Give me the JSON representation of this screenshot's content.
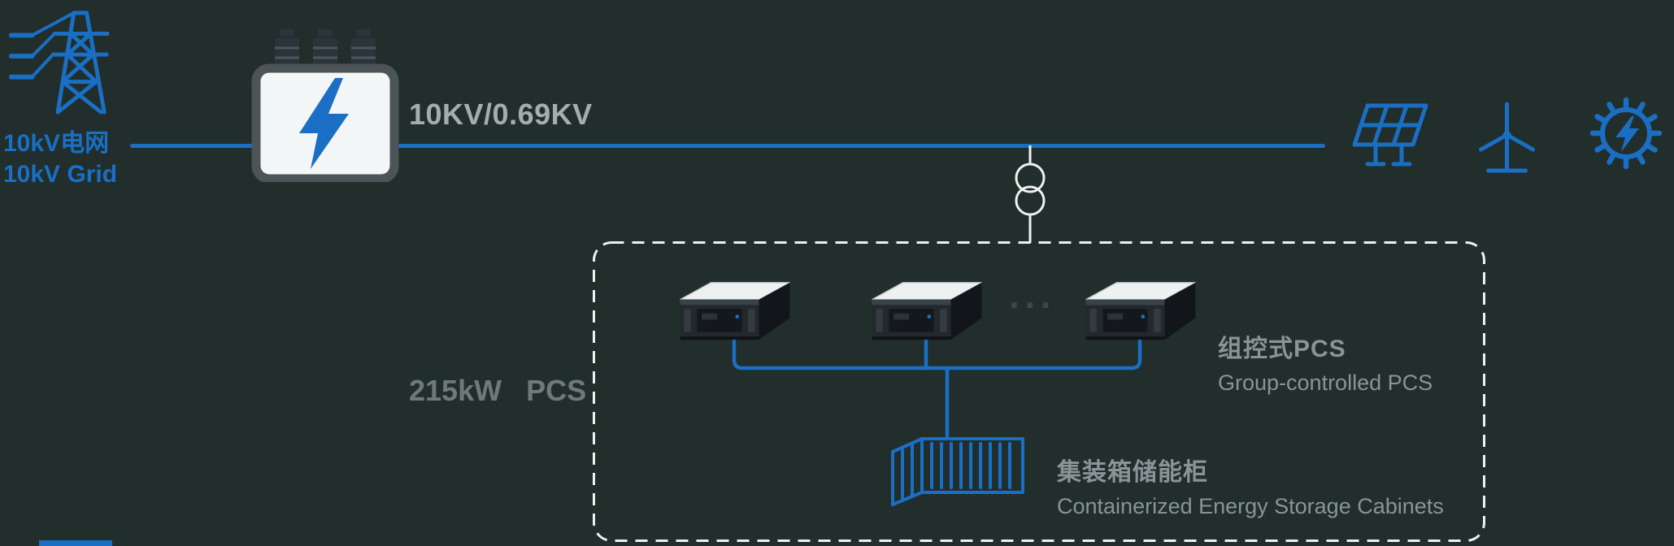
{
  "colors": {
    "background": "#212e2c",
    "blue": "#1a6fc4",
    "line": "#edf1f0",
    "gray": "#8b9397",
    "gray2": "#6f797d",
    "lightgray": "#a6adb0",
    "dots": "#3e4649",
    "transformer_gray": "#4c5457",
    "device_panel": "#23282d"
  },
  "grid": {
    "label_cn": "10kV电网",
    "label_en": "10kV Grid"
  },
  "transformer": {
    "ratio_label": "10KV/0.69KV"
  },
  "pcs": {
    "capacity_label": "215kW   PCS",
    "ellipsis": "···",
    "device_count": 3,
    "group_label_cn": "组控式PCS",
    "group_label_en": "Group-controlled PCS"
  },
  "storage": {
    "label_cn": "集装箱储能柜",
    "label_en": "Containerized Energy Storage Cabinets"
  },
  "icons": {
    "grid": "transmission-tower-icon",
    "transformer": "transformer-lightning-icon",
    "solar": "solar-panel-icon",
    "wind": "wind-turbine-icon",
    "generator": "gear-lightning-icon",
    "coupling": "transformer-winding-symbol",
    "pcs_device": "pcs-inverter-unit",
    "container": "storage-container-icon"
  }
}
